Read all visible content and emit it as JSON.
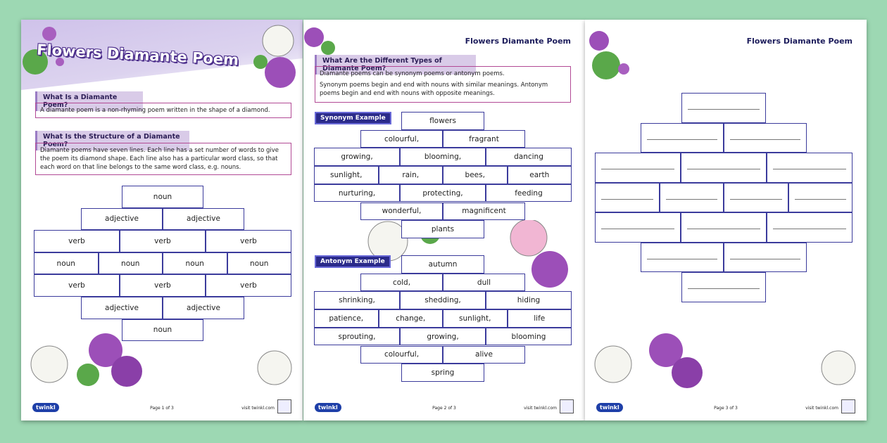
{
  "page1": {
    "title": "Flowers Diamante Poem",
    "heading1": "What Is a Diamante Poem?",
    "text1": "A diamante poem is a non-rhyming poem written in the shape of a diamond.",
    "heading2": "What Is the Structure of a Diamante Poem?",
    "text2": "Diamante poems have seven lines. Each line has a set number of words to give the poem its diamond shape. Each line also has a particular word class, so that each word on that line belongs to the same word class, e.g. nouns.",
    "rows": [
      [
        "noun"
      ],
      [
        "adjective",
        "adjective"
      ],
      [
        "verb",
        "verb",
        "verb"
      ],
      [
        "noun",
        "noun",
        "noun",
        "noun"
      ],
      [
        "verb",
        "verb",
        "verb"
      ],
      [
        "adjective",
        "adjective"
      ],
      [
        "noun"
      ]
    ],
    "footer": {
      "logo": "twinkl",
      "page": "Page 1 of 3",
      "visit": "visit twinkl.com"
    }
  },
  "page2": {
    "run_title": "Flowers Diamante Poem",
    "heading": "What Are the Different Types of Diamante Poem?",
    "text1": "Diamante poems can be synonym poems or antonym poems.",
    "text2": "Synonym poems begin and end with nouns with similar meanings. Antonym poems begin and end with nouns with opposite meanings.",
    "synonym_label": "Synonym Example",
    "synonym_rows": [
      [
        "flowers"
      ],
      [
        "colourful,",
        "fragrant"
      ],
      [
        "growing,",
        "blooming,",
        "dancing"
      ],
      [
        "sunlight,",
        "rain,",
        "bees,",
        "earth"
      ],
      [
        "nurturing,",
        "protecting,",
        "feeding"
      ],
      [
        "wonderful,",
        "magnificent"
      ],
      [
        "plants"
      ]
    ],
    "antonym_label": "Antonym Example",
    "antonym_rows": [
      [
        "autumn"
      ],
      [
        "cold,",
        "dull"
      ],
      [
        "shrinking,",
        "shedding,",
        "hiding"
      ],
      [
        "patience,",
        "change,",
        "sunlight,",
        "life"
      ],
      [
        "sprouting,",
        "growing,",
        "blooming"
      ],
      [
        "colourful,",
        "alive"
      ],
      [
        "spring"
      ]
    ],
    "footer": {
      "logo": "twinkl",
      "page": "Page 2 of 3",
      "visit": "visit twinkl.com"
    }
  },
  "page3": {
    "run_title": "Flowers Diamante Poem",
    "footer": {
      "logo": "twinkl",
      "page": "Page 3 of 3",
      "visit": "visit twinkl.com"
    }
  },
  "colors": {
    "grid_border": "#3b3b9c",
    "heading_bg": "#d9cbe8",
    "box_border": "#b24a95",
    "background": "#9dd8b3"
  },
  "icons": [
    "flower-icon",
    "leaf-icon",
    "twinkl-logo-icon",
    "award-badge-icon"
  ]
}
